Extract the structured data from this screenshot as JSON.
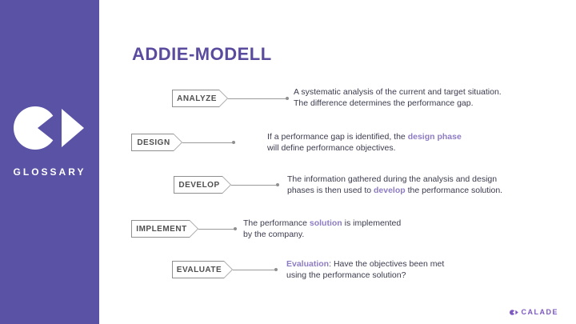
{
  "sidebar": {
    "label": "GLOSSARY"
  },
  "title": "ADDIE-MODELL",
  "rows": [
    {
      "label": "ANALYZE",
      "lines": [
        [
          {
            "t": "A systematic analysis of the current and target situation.",
            "hl": false
          }
        ],
        [
          {
            "t": "The difference determines the performance gap.",
            "hl": false
          }
        ]
      ]
    },
    {
      "label": "DESIGN",
      "lines": [
        [
          {
            "t": "If a performance gap is identified, the ",
            "hl": false
          },
          {
            "t": "design phase",
            "hl": true
          }
        ],
        [
          {
            "t": "will define performance objectives.",
            "hl": false
          }
        ]
      ]
    },
    {
      "label": "DEVELOP",
      "lines": [
        [
          {
            "t": "The information gathered during the analysis and design",
            "hl": false
          }
        ],
        [
          {
            "t": "phases is then used to ",
            "hl": false
          },
          {
            "t": "develop",
            "hl": true
          },
          {
            "t": " the performance solution.",
            "hl": false
          }
        ]
      ]
    },
    {
      "label": "IMPLEMENT",
      "lines": [
        [
          {
            "t": "The performance ",
            "hl": false
          },
          {
            "t": "solution",
            "hl": true
          },
          {
            "t": " is implemented",
            "hl": false
          }
        ],
        [
          {
            "t": "by the company.",
            "hl": false
          }
        ]
      ]
    },
    {
      "label": "EVALUATE",
      "lines": [
        [
          {
            "t": "Evaluation",
            "hl": true
          },
          {
            "t": ": Have the objectives been met",
            "hl": false
          }
        ],
        [
          {
            "t": "using the performance solution?",
            "hl": false
          }
        ]
      ]
    }
  ],
  "footer": {
    "brand": "CALADE"
  },
  "icons": {
    "sidebar_logo": "circle-play-brand-mark",
    "footer_logo": "calade-brand-mark"
  },
  "colors": {
    "sidebar": "#5A52A5",
    "primary_title": "#5B4B9E",
    "accent_highlight": "#8E7CC3",
    "body_text": "#3B3B4F",
    "tag_border": "#8F8F8F",
    "footer_brand": "#7D58C1"
  }
}
